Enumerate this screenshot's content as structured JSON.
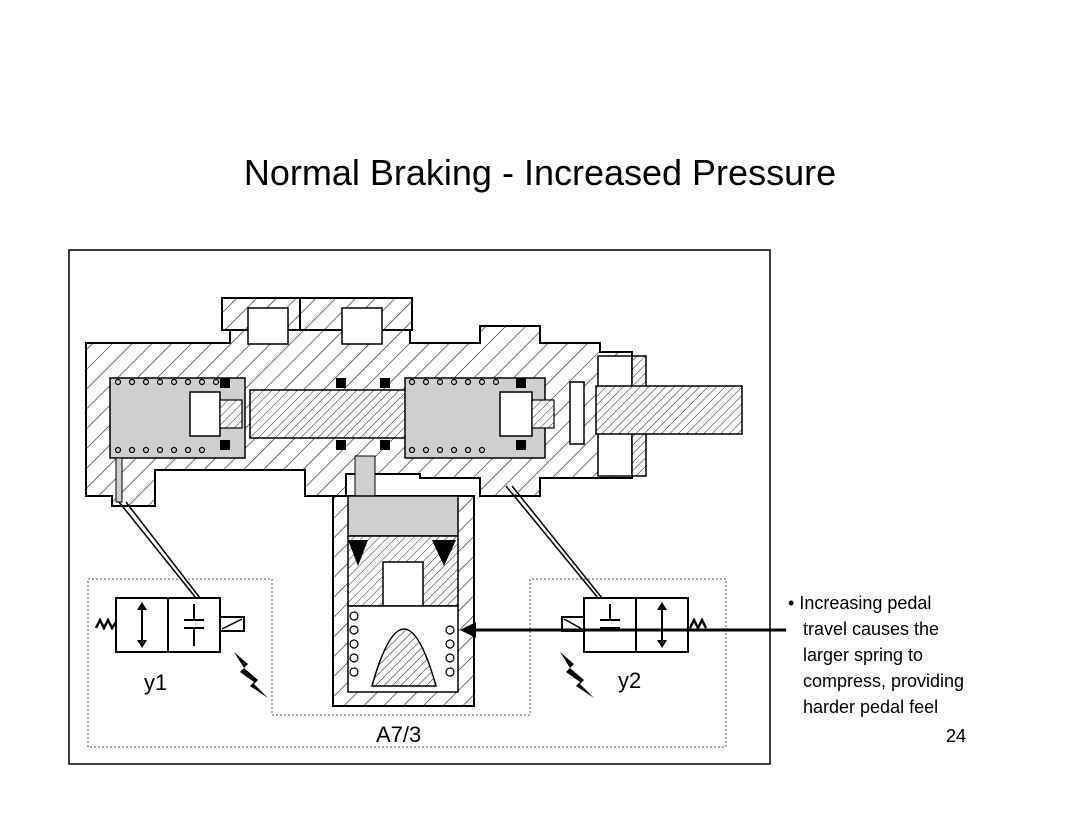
{
  "slide": {
    "title": "Normal Braking - Increased Pressure",
    "page_number": "24"
  },
  "diagram": {
    "labels": {
      "valve_left": "y1",
      "valve_right": "y2",
      "unit": "A7/3"
    }
  },
  "bullet": {
    "marker": "•",
    "lines": [
      "Increasing pedal",
      "travel causes the",
      "larger spring  to",
      "compress, providing",
      "harder pedal feel"
    ]
  }
}
